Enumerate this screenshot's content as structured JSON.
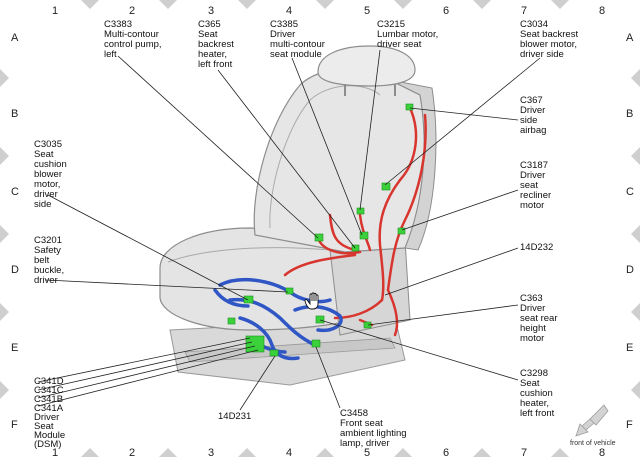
{
  "grid": {
    "columns": [
      "1",
      "2",
      "3",
      "4",
      "5",
      "6",
      "7",
      "8"
    ],
    "rows": [
      "A",
      "B",
      "C",
      "D",
      "E",
      "F"
    ]
  },
  "callouts": {
    "c3383": [
      "C3383",
      "Multi-contour",
      "control pump,",
      "left"
    ],
    "c365": [
      "C365",
      "Seat",
      "backrest",
      "heater,",
      "left front"
    ],
    "c3385": [
      "C3385",
      "Driver",
      "multi-contour",
      "seat module"
    ],
    "c3215": [
      "C3215",
      "Lumbar motor,",
      "driver seat"
    ],
    "c3034": [
      "C3034",
      "Seat backrest",
      "blower motor,",
      "driver side"
    ],
    "c367": [
      "C367",
      "Driver",
      "side",
      "airbag"
    ],
    "c3187": [
      "C3187",
      "Driver",
      "seat",
      "recliner",
      "motor"
    ],
    "d14d232": [
      "14D232"
    ],
    "c363": [
      "C363",
      "Driver",
      "seat rear",
      "height",
      "motor"
    ],
    "c3298": [
      "C3298",
      "Seat",
      "cushion",
      "heater,",
      "left front"
    ],
    "c3035": [
      "C3035",
      "Seat",
      "cushion",
      "blower",
      "motor,",
      "driver",
      "side"
    ],
    "c3201": [
      "C3201",
      "Safety",
      "belt",
      "buckle,",
      "driver"
    ],
    "c341": [
      "C341D",
      "C341C",
      "C341B",
      "C341A",
      "Driver",
      "Seat",
      "Module",
      "(DSM)"
    ],
    "d14d231": [
      "14D231"
    ],
    "c3458": [
      "C3458",
      "Front seat",
      "ambient lighting",
      "lamp, driver"
    ]
  },
  "orientation": {
    "label": "front of vehicle",
    "icon": "arrow-icon"
  },
  "colors": {
    "harness_red": "#d8352f",
    "harness_blue": "#2f56c4",
    "connector_green": "#3ad13a",
    "seat_fill": "#e3e3e3",
    "grid_triangle": "#cfcfcf"
  }
}
